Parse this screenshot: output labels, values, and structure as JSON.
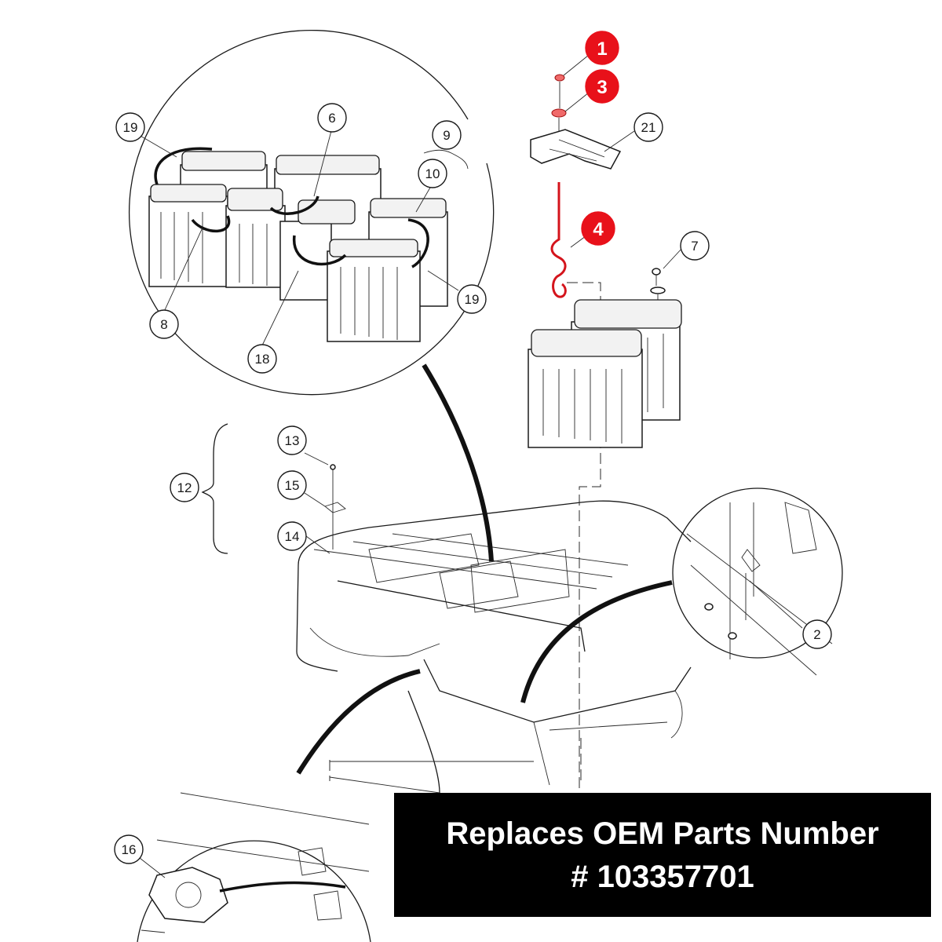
{
  "callouts": {
    "c1": "1",
    "c2": "2",
    "c3": "3",
    "c4": "4",
    "c6": "6",
    "c7": "7",
    "c8": "8",
    "c9": "9",
    "c10": "10",
    "c12": "12",
    "c13": "13",
    "c14": "14",
    "c15": "15",
    "c16": "16",
    "c18": "18",
    "c19a": "19",
    "c19b": "19",
    "c21": "21"
  },
  "highlight_color": "#e8111a",
  "banner": {
    "line1": "Replaces OEM Parts Number",
    "line2": "#  103357701"
  }
}
